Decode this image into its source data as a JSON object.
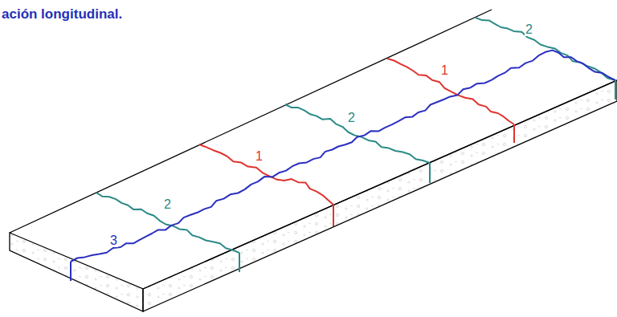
{
  "diagram": {
    "title": "ación longitudinal.",
    "labels": [
      "2",
      "1",
      "2",
      "1",
      "2",
      "3"
    ]
  }
}
